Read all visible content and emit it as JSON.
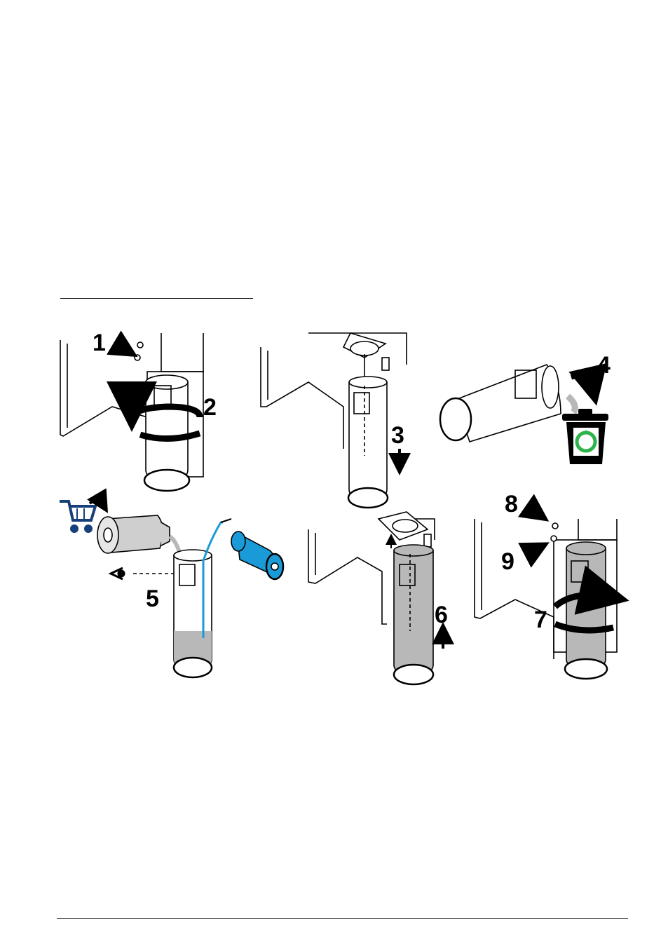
{
  "steps": [
    {
      "label": "1"
    },
    {
      "label": "2"
    },
    {
      "label": "3"
    },
    {
      "label": "4"
    },
    {
      "label": "5"
    },
    {
      "label": "6"
    },
    {
      "label": "7"
    },
    {
      "label": "8"
    },
    {
      "label": "9"
    }
  ],
  "icons": [
    "shopping-cart-icon",
    "recycle-bin-icon",
    "eye-icon"
  ],
  "colors": {
    "blue": "#1a9bd7",
    "navy": "#17407a",
    "green": "#2db34a",
    "gray": "#b8b8b8",
    "line": "#000000"
  }
}
